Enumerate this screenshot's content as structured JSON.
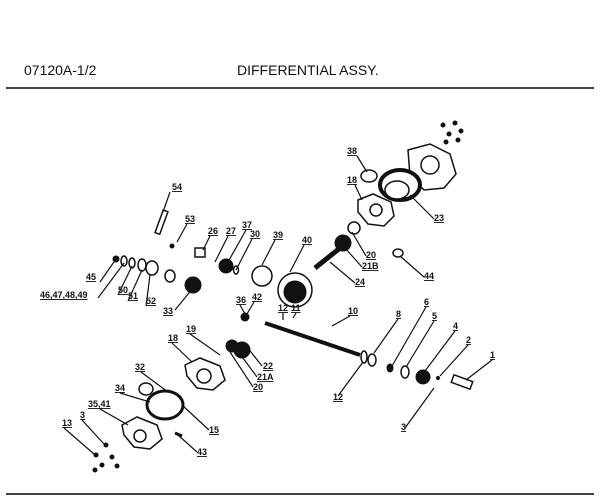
{
  "header": {
    "code": "07120A-1/2",
    "title": "DIFFERENTIAL ASSY."
  },
  "callouts": [
    "54",
    "53",
    "26",
    "27",
    "37",
    "30",
    "39",
    "40",
    "45",
    "46,47,48,49",
    "50",
    "51",
    "52",
    "33",
    "36",
    "42",
    "12",
    "11",
    "38",
    "18",
    "23",
    "20",
    "21B",
    "24",
    "44",
    "10",
    "8",
    "6",
    "5",
    "4",
    "2",
    "1",
    "12",
    "3",
    "19",
    "18",
    "22",
    "21A",
    "20",
    "32",
    "34",
    "35,41",
    "3",
    "13",
    "15",
    "43"
  ]
}
